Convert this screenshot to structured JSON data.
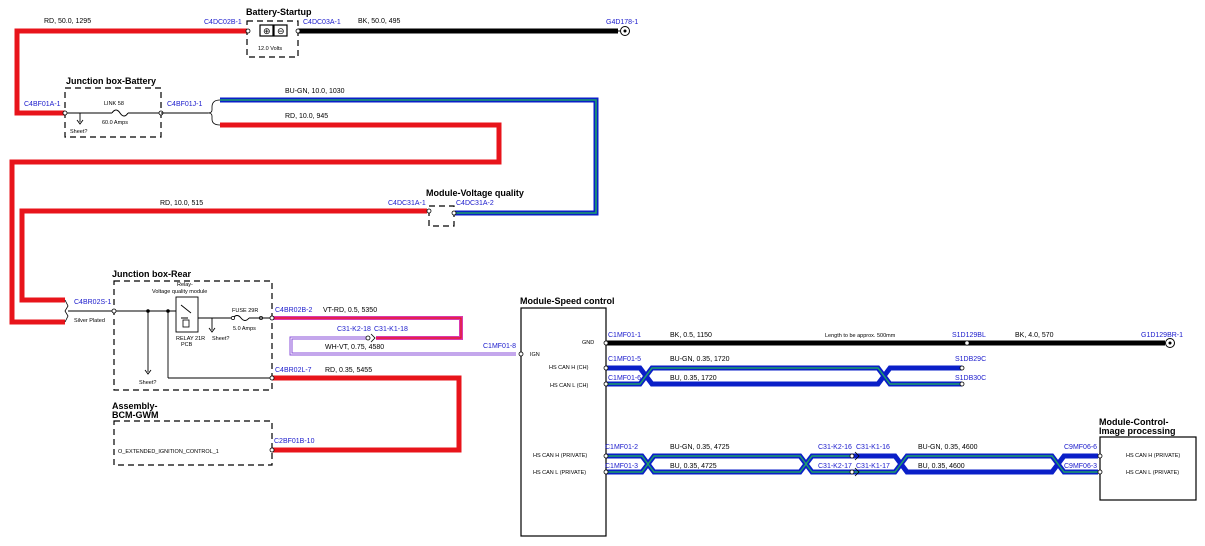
{
  "components": {
    "battery": {
      "title": "Battery-Startup",
      "voltage": "12.0 Volts"
    },
    "jbox_battery": {
      "title": "Junction box-Battery",
      "link_label": "LINK 58",
      "link_rating": "60.0 Amps",
      "sheet": "Sheet?"
    },
    "voltage_module": {
      "title": "Module-Voltage quality"
    },
    "jbox_rear": {
      "title": "Junction box-Rear",
      "relay_title_1": "Relay-",
      "relay_title_2": "Voltage quality module",
      "relay_part_1": "RELAY 21R",
      "relay_part_2": "PCB",
      "fuse_label": "FUSE 29R",
      "fuse_rating": "5.0 Amps",
      "sheet": "Sheet?",
      "sheet2": "Sheet?",
      "silver": "Silver Plated"
    },
    "bcm": {
      "title_1": "Assembly-",
      "title_2": "BCM-GWM",
      "signal": "O_EXTENDED_IGNITION_CONTROL_1"
    },
    "speed_module": {
      "title": "Module-Speed control",
      "pins": [
        "IGN",
        "GND",
        "HS CAN H (CH)",
        "HS CAN L (CH)",
        "HS CAN H (PRIVATE)",
        "HS CAN L (PRIVATE)"
      ]
    },
    "image_module": {
      "title_1": "Module-Control-",
      "title_2": "Image processing",
      "pins": [
        "HS CAN H (PRIVATE)",
        "HS CAN L (PRIVATE)"
      ]
    }
  },
  "connectors": {
    "c4dc02b": "C4DC02B-1",
    "c4dc03a": "C4DC03A-1",
    "g4d178": "G4D178-1",
    "c4bf01a": "C4BF01A-1",
    "c4bf01j": "C4BF01J-1",
    "c4dc31a1": "C4DC31A-1",
    "c4dc31a2": "C4DC31A-2",
    "c4br02s": "C4BR02S-1",
    "c4br02b": "C4BR02B-2",
    "c4br02l": "C4BR02L-7",
    "c31k2_18": "C31-K2-18",
    "c31k1_18": "C31-K1-18",
    "c1mf01_8": "C1MF01-8",
    "c2bf01b": "C2BF01B-10",
    "c1mf01_1": "C1MF01-1",
    "s1d129bl": "S1D129BL",
    "g1d129br": "G1D129BR-1",
    "c1mf01_5": "C1MF01-5",
    "s1db29c": "S1DB29C",
    "c1mf01_6": "C1MF01-6",
    "s1db30c": "S1DB30C",
    "c1mf01_2": "C1MF01-2",
    "c1mf01_3": "C1MF01-3",
    "c31k2_16": "C31-K2-16",
    "c31k1_16": "C31-K1-16",
    "c31k2_17": "C31-K2-17",
    "c31k1_17": "C31-K1-17",
    "c9mf06_6": "C9MF06-6",
    "c9mf06_3": "C9MF06-3"
  },
  "wires": {
    "w_rd1295": "RD,  50.0,  1295",
    "w_bk495": "BK,  50.0,  495",
    "w_bugn1030": "BU-GN,  10.0,  1030",
    "w_rd945": "RD,  10.0,  945",
    "w_rd515": "RD,  10.0,  515",
    "w_vtrd": "VT-RD,  0.5,  5350",
    "w_whvt": "WH-VT,  0.75,  4580",
    "w_rd5455": "RD,  0.35,  5455",
    "w_bk1150": "BK,  0.5,  1150",
    "w_note": "Length to be approx. 500mm",
    "w_bk570": "BK,  4.0,  570",
    "w_bugn1720": "BU-GN,  0.35,  1720",
    "w_bu1720": "BU,  0.35,  1720",
    "w_bugn4725": "BU-GN,  0.35,  4725",
    "w_bu4725": "BU,  0.35,  4725",
    "w_bugn4600": "BU-GN,  0.35,  4600",
    "w_bu4600": "BU,  0.35,  4600"
  },
  "colors": {
    "red": "#e8141b",
    "black": "#000000",
    "blue": "#0a1fc8",
    "teal": "#1e8a93",
    "green": "#2aa05a",
    "magenta": "#d93ab0",
    "violet": "#7a2fd0",
    "label": "#1a1acc"
  }
}
